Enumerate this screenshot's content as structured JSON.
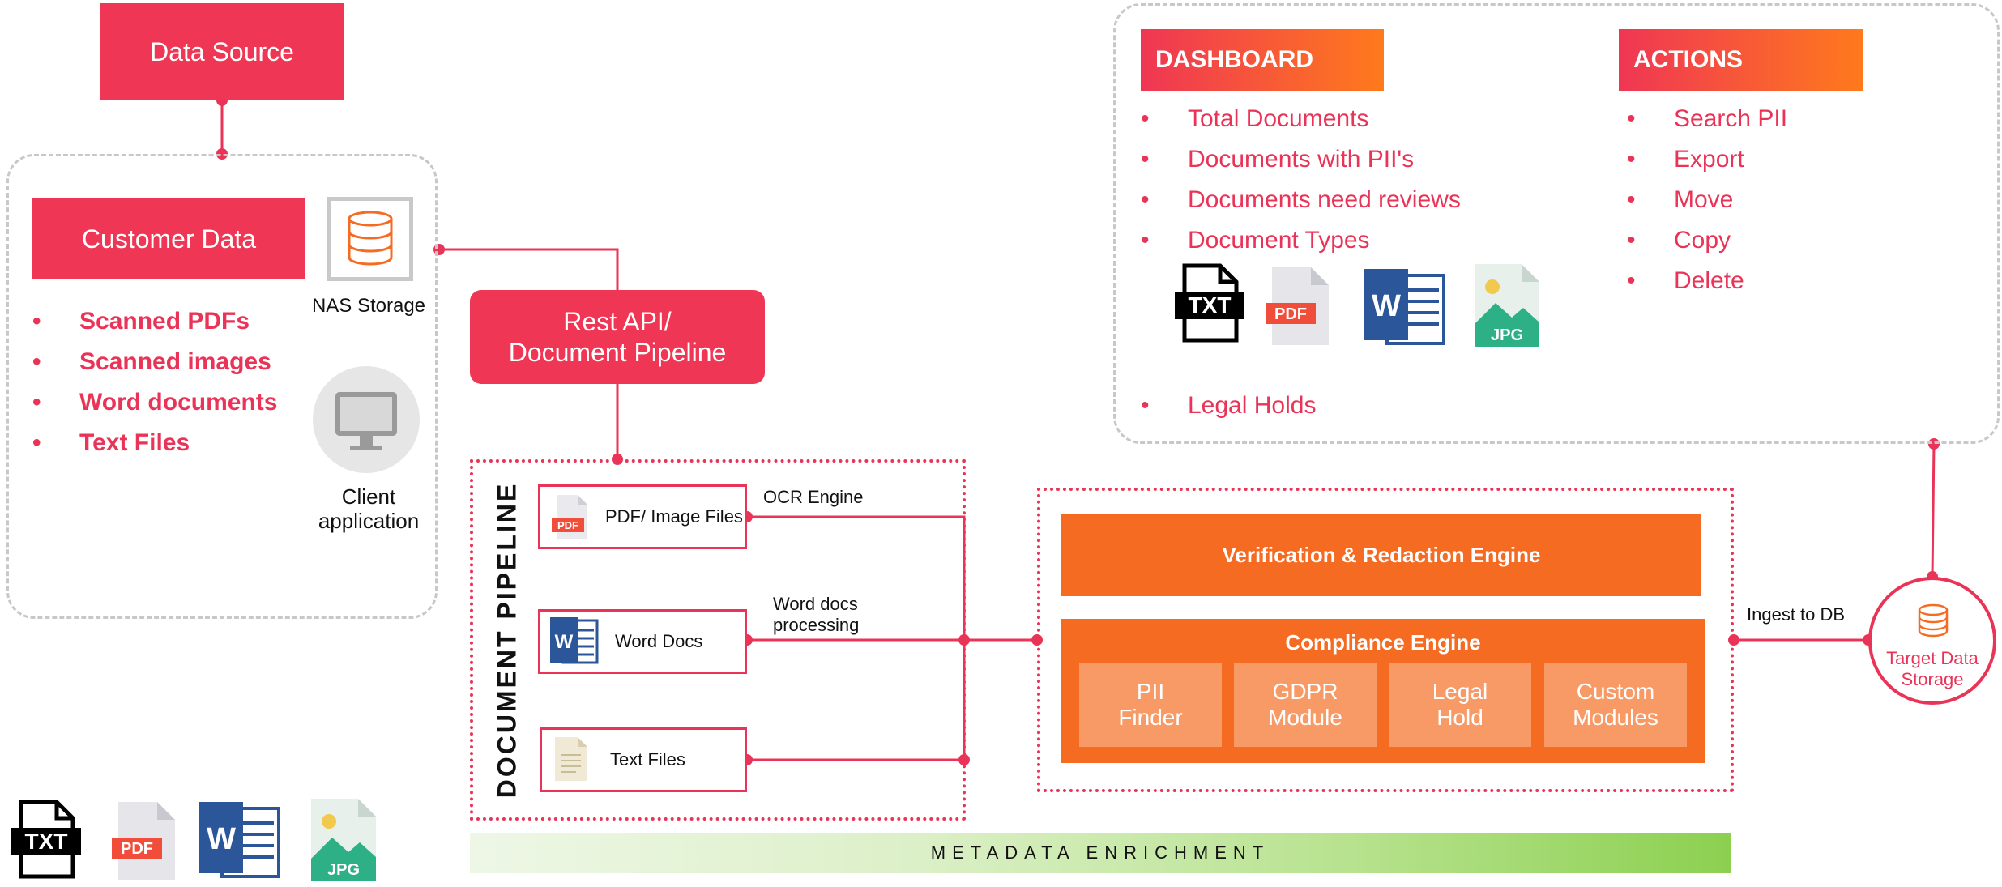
{
  "data_source": {
    "label": "Data Source"
  },
  "customer": {
    "title": "Customer Data",
    "items": [
      "Scanned PDFs",
      "Scanned images",
      "Word documents",
      "Text Files"
    ],
    "nas_label": "NAS Storage",
    "client_label": "Client application"
  },
  "rest_api": {
    "line1": "Rest API/",
    "line2": "Document Pipeline"
  },
  "pipeline": {
    "vertical_label": "DOCUMENT PIPELINE",
    "inputs": [
      {
        "label": "PDF/ Image Files",
        "engine": "OCR Engine",
        "icon": "pdf-icon"
      },
      {
        "label": "Word Docs",
        "engine_line1": "Word docs",
        "engine_line2": "processing",
        "icon": "word-icon"
      },
      {
        "label": "Text Files",
        "icon": "text-file-icon"
      }
    ]
  },
  "verification": {
    "label": "Verification & Redaction Engine"
  },
  "compliance": {
    "title": "Compliance Engine",
    "modules": [
      {
        "line1": "PII",
        "line2": "Finder"
      },
      {
        "line1": "GDPR",
        "line2": "Module"
      },
      {
        "line1": "Legal",
        "line2": "Hold"
      },
      {
        "line1": "Custom",
        "line2": "Modules"
      }
    ]
  },
  "ingest": {
    "label": "Ingest to DB"
  },
  "target": {
    "line1": "Target Data",
    "line2": "Storage"
  },
  "metadata": {
    "label": "METADATA ENRICHMENT"
  },
  "dashboard": {
    "title": "DASHBOARD",
    "items": [
      "Total Documents",
      "Documents with PII's",
      "Documents need reviews",
      "Document Types"
    ],
    "last_item": "Legal Holds"
  },
  "actions": {
    "title": "ACTIONS",
    "items": [
      "Search PII",
      "Export",
      "Move",
      "Copy",
      "Delete"
    ]
  },
  "file_icons": {
    "txt": "TXT",
    "pdf": "PDF",
    "word": "W",
    "jpg": "JPG"
  },
  "colors": {
    "brand_red": "#ea3457",
    "orange": "#f56b22",
    "module_orange": "#f89a66",
    "green": "#8cd050"
  }
}
